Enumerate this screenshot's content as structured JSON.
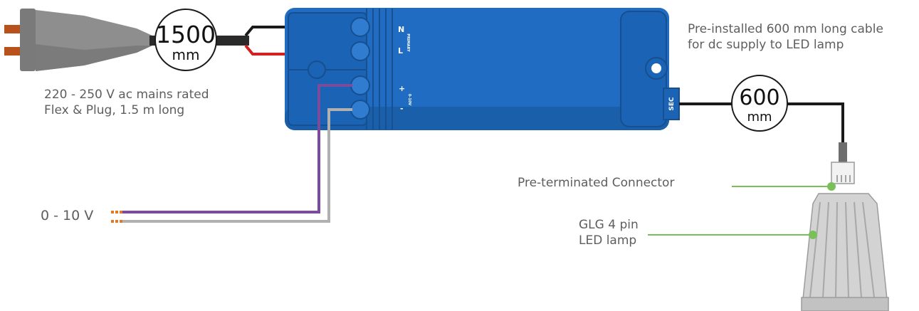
{
  "labels": {
    "plug_line1": "220 - 250 V ac mains rated",
    "plug_line2": "Flex & Plug, 1.5 m long",
    "cable_line1": "Pre-installed 600 mm long cable",
    "cable_line2": "for dc supply to LED lamp",
    "connector": "Pre-terminated Connector",
    "lamp_line1": "GLG 4 pin",
    "lamp_line2": "LED lamp",
    "dimming": "0 - 10 V"
  },
  "badges": {
    "mains_length_value": "1500",
    "mains_length_unit": "mm",
    "dc_length_value": "600",
    "dc_length_unit": "mm"
  },
  "driver_marks": {
    "n": "N",
    "l": "L",
    "primary": "PRIMARY",
    "plus": "+",
    "minus": "-",
    "dim": "0-10V",
    "sec": "SEC"
  },
  "colors": {
    "driver_blue": "#1f6cc2",
    "cable_black": "#1a1a1a",
    "wire_red": "#d32020",
    "wire_purple": "#7b4c9c",
    "wire_grey": "#b0b0b0",
    "plug_grey": "#8e8e8e",
    "pin_orange": "#b8511c",
    "pointer_green": "#7ac05a",
    "text_grey": "#5e5e5e"
  }
}
